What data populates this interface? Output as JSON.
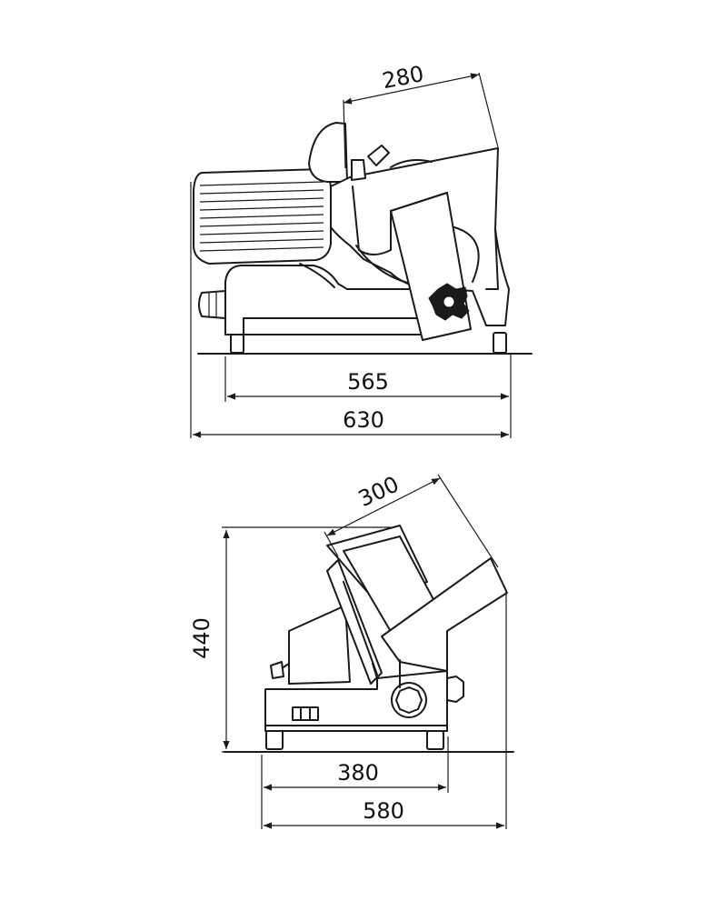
{
  "dimensions": {
    "top_view": {
      "blade_width": "280",
      "base_width": "565",
      "overall_width": "630"
    },
    "bottom_view": {
      "carriage_length": "300",
      "height": "440",
      "base_depth": "380",
      "overall_depth": "580"
    }
  },
  "colors": {
    "line": "#1a1a1a",
    "background": "#ffffff"
  }
}
